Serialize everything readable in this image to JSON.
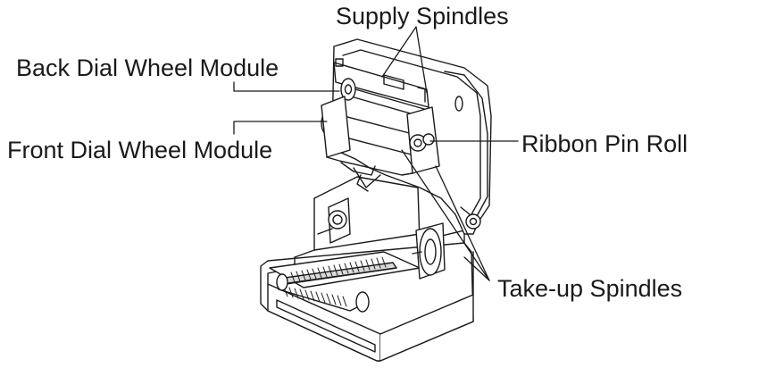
{
  "diagram": {
    "labels": {
      "supply_spindles": "Supply Spindles",
      "back_dial_wheel_module": "Back Dial Wheel Module",
      "front_dial_wheel_module": "Front Dial Wheel Module",
      "ribbon_pin_roll": "Ribbon Pin Roll",
      "take_up_spindles": "Take-up Spindles"
    },
    "colors": {
      "line": "#1a1a1a",
      "fill": "#ffffff",
      "shade": "#d9d9d9"
    }
  }
}
